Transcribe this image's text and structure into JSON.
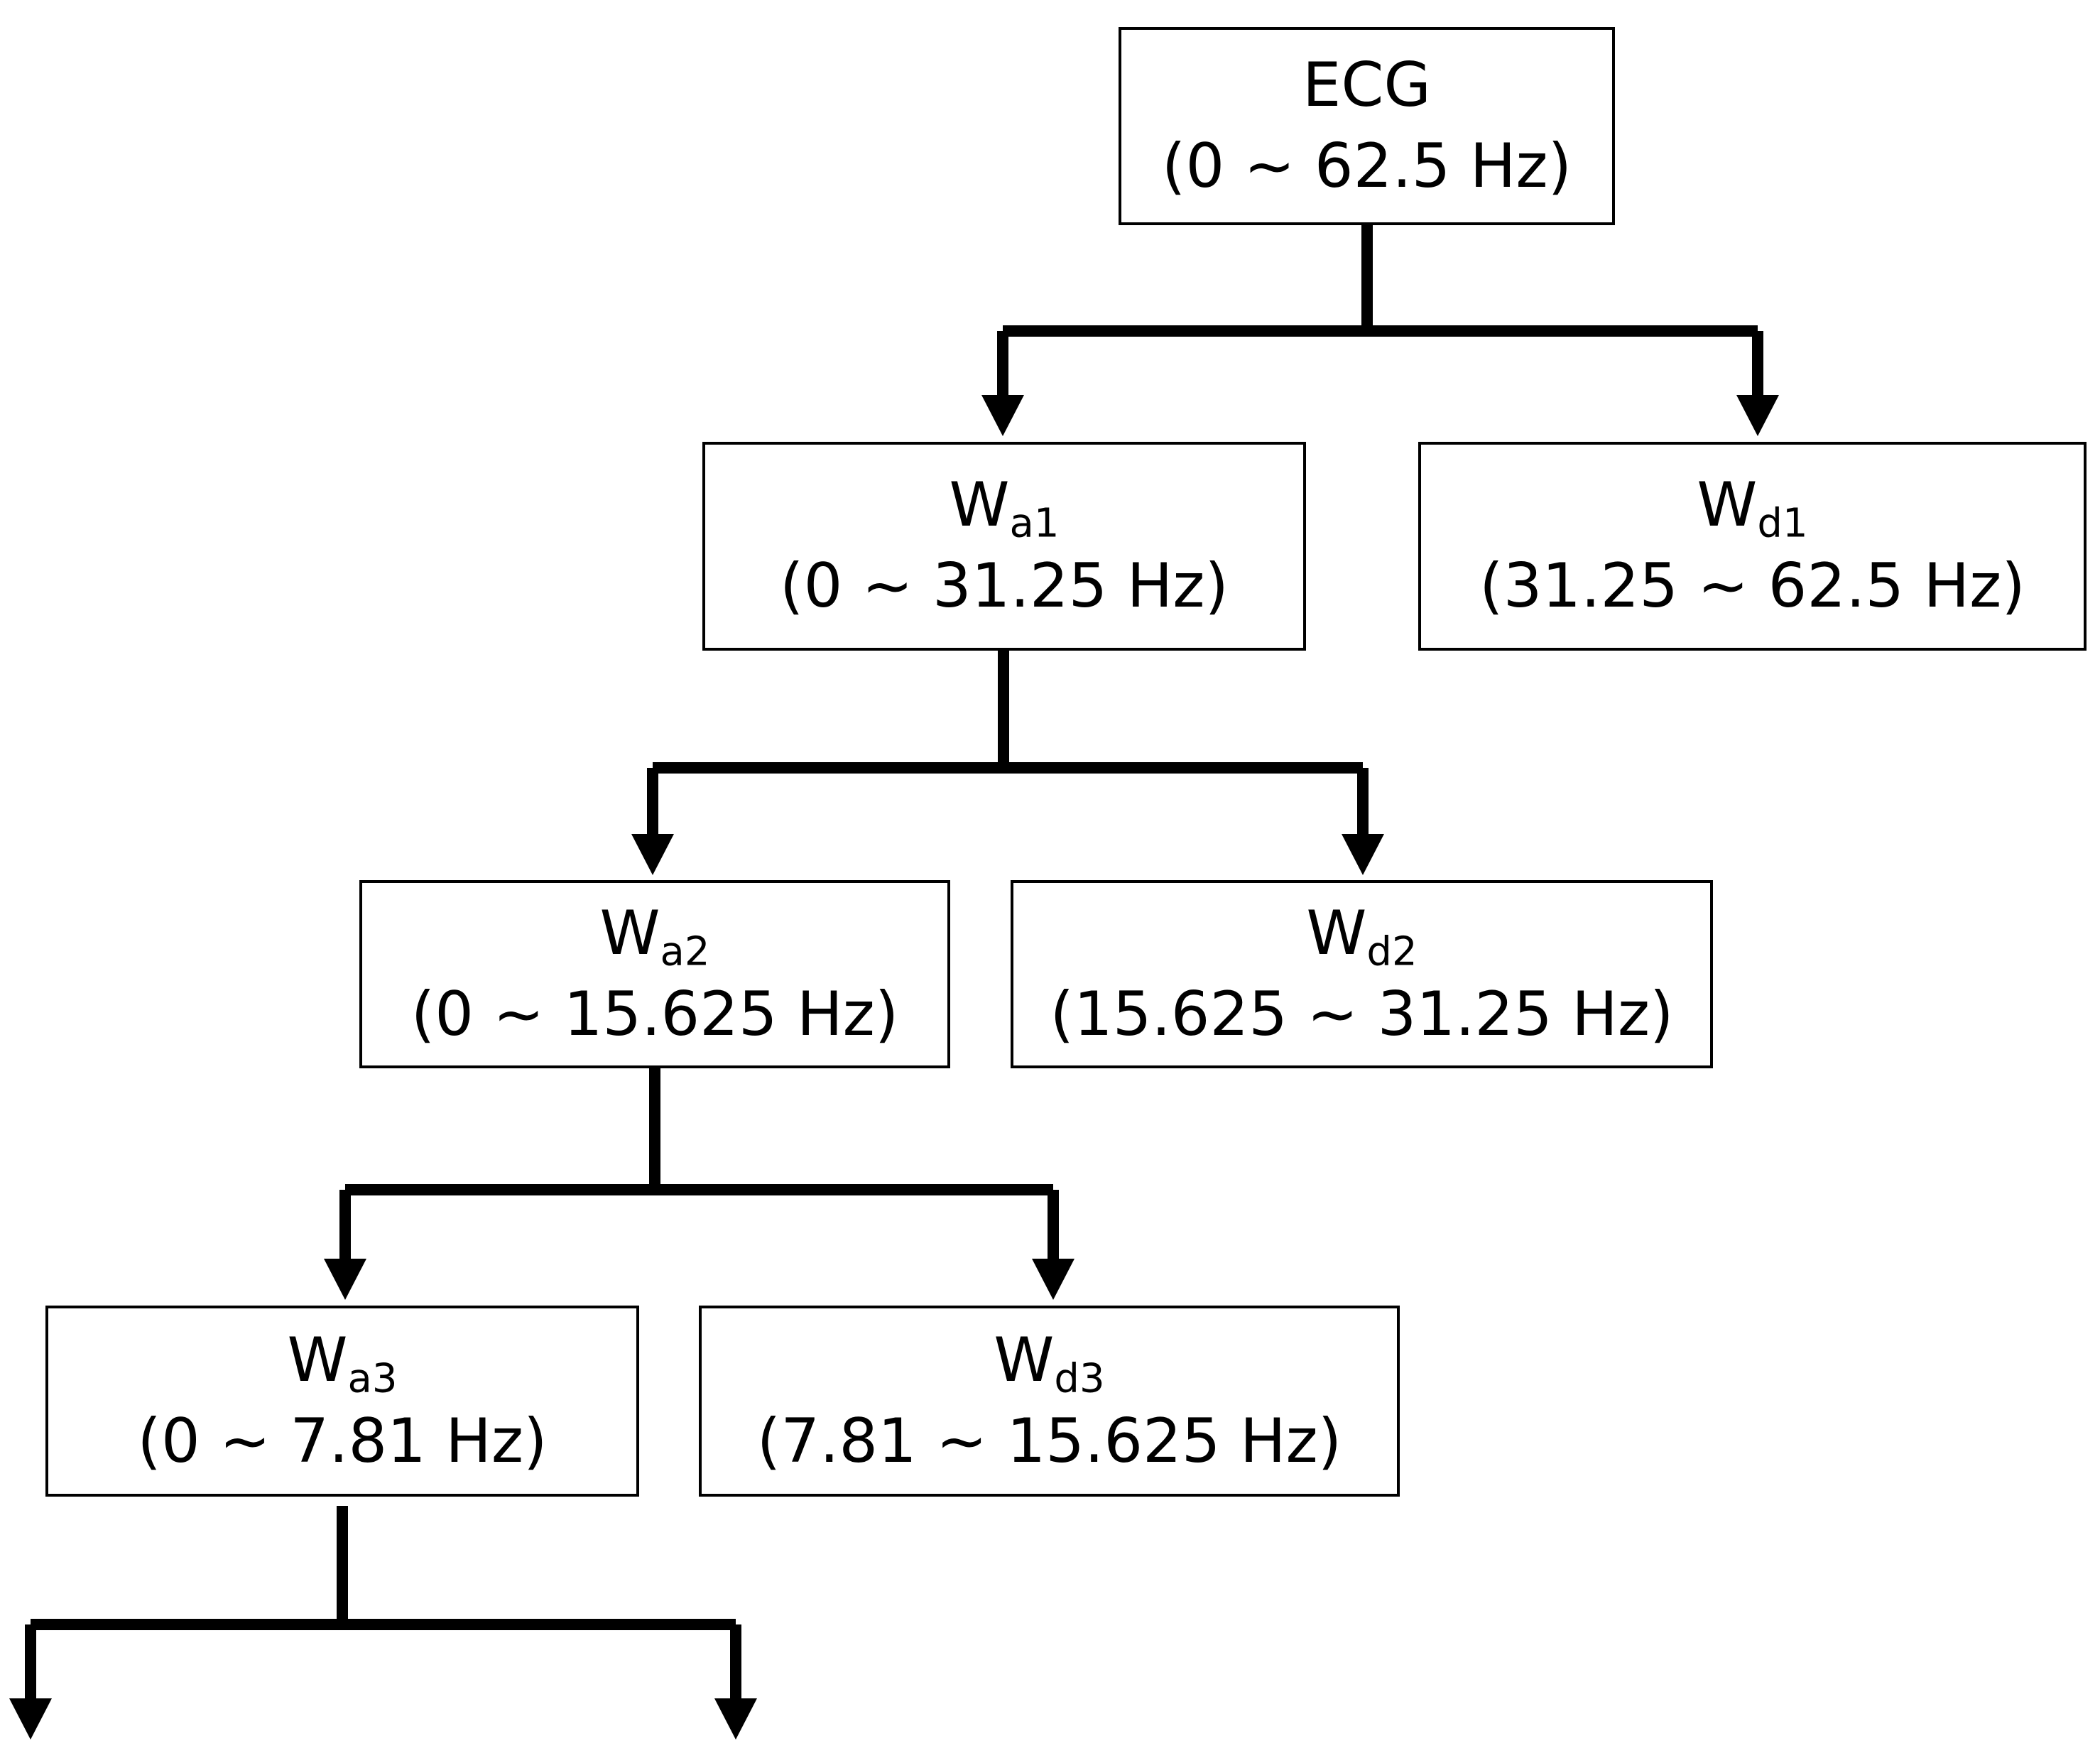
{
  "nodes": {
    "ecg": {
      "name": "ECG",
      "range": "(0 ~ 62.5 Hz)"
    },
    "a1": {
      "base": "W",
      "sub": "a1",
      "range": "(0 ~ 31.25 Hz)"
    },
    "d1": {
      "base": "W",
      "sub": "d1",
      "range": "(31.25 ~ 62.5 Hz)"
    },
    "a2": {
      "base": "W",
      "sub": "a2",
      "range": "(0 ~ 15.625 Hz)"
    },
    "d2": {
      "base": "W",
      "sub": "d2",
      "range": "(15.625 ~ 31.25 Hz)"
    },
    "a3": {
      "base": "W",
      "sub": "a3",
      "range": "(0 ~ 7.81 Hz)"
    },
    "d3": {
      "base": "W",
      "sub": "d3",
      "range": "(7.81 ~ 15.625 Hz)"
    }
  },
  "edges": [
    {
      "from": "ecg",
      "to": "a1"
    },
    {
      "from": "ecg",
      "to": "d1"
    },
    {
      "from": "a1",
      "to": "a2"
    },
    {
      "from": "a1",
      "to": "d2"
    },
    {
      "from": "a2",
      "to": "a3"
    },
    {
      "from": "a2",
      "to": "d3"
    },
    {
      "from": "a3",
      "to": ""
    },
    {
      "from": "a3",
      "to": ""
    }
  ]
}
